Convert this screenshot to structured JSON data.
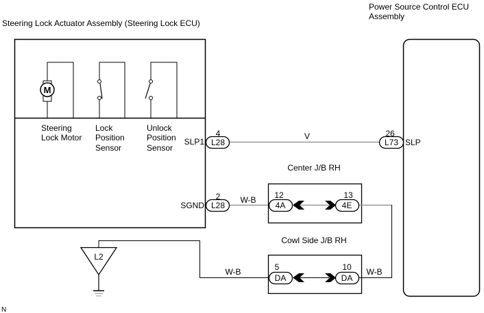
{
  "components": {
    "steering_lock": {
      "title": "Steering Lock Actuator Assembly (Steering Lock ECU)",
      "parts": [
        {
          "name": "Steering Lock Motor",
          "lines": [
            "Steering",
            "Lock Motor"
          ],
          "symbol": "M"
        },
        {
          "name": "Lock Position Sensor",
          "lines": [
            "Lock",
            "Position",
            "Sensor"
          ]
        },
        {
          "name": "Unlock Position Sensor",
          "lines": [
            "Unlock",
            "Position",
            "Sensor"
          ]
        }
      ],
      "terminals": [
        {
          "name": "SLP1",
          "pin": "4",
          "connector": "L28"
        },
        {
          "name": "SGND",
          "pin": "2",
          "connector": "L28"
        }
      ]
    },
    "power_ecu": {
      "title_lines": [
        "Power Source Control ECU",
        "Assembly"
      ],
      "terminals": [
        {
          "name": "SLP",
          "pin": "26",
          "connector": "L73"
        }
      ]
    },
    "center_jb": {
      "title": "Center J/B RH",
      "left": {
        "pin": "12",
        "connector": "4A"
      },
      "right": {
        "pin": "13",
        "connector": "4E"
      }
    },
    "cowl_jb": {
      "title": "Cowl Side J/B RH",
      "left": {
        "pin": "5",
        "connector": "DA"
      },
      "right": {
        "pin": "10",
        "connector": "DA"
      }
    },
    "ground": {
      "label": "L2"
    }
  },
  "wires": {
    "slp_wire": "V",
    "sgnd_wire": "W-B",
    "ground_wire": "W-B",
    "jb_link_wire": "W-B"
  },
  "footer": {
    "note": "N"
  },
  "colors": {
    "line": "#000000",
    "wire_gray": "#888888"
  }
}
